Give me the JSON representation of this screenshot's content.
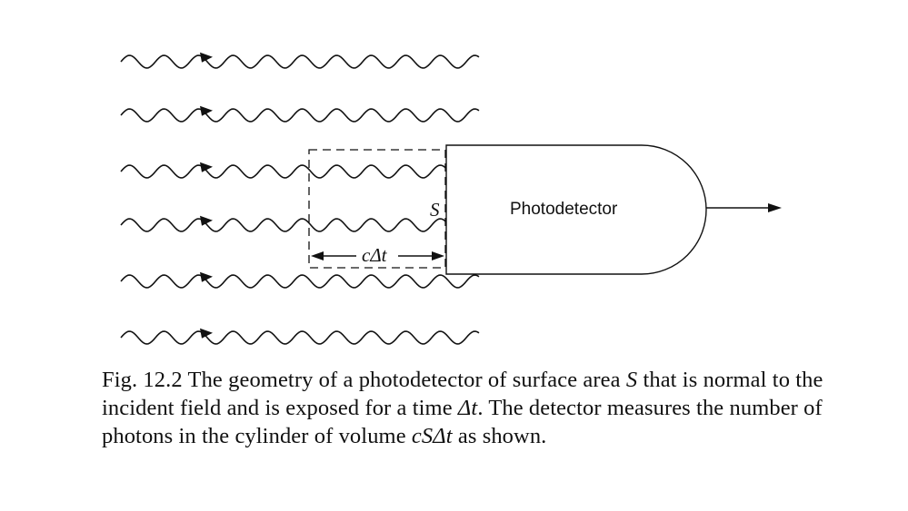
{
  "figure": {
    "detector_label": "Photodetector",
    "surface_label": "S",
    "length_label": "cΔt"
  },
  "caption": {
    "label": "Fig. 12.2",
    "part1": "The geometry of a photodetector of surface area",
    "var_S": "S",
    "part2": "that is normal to the incident field and is exposed for a time",
    "var_dt": "Δt",
    "part3": ". The detector measures the number of photons in the cylinder of volume",
    "var_volume": "cSΔt",
    "part4": "as shown."
  }
}
